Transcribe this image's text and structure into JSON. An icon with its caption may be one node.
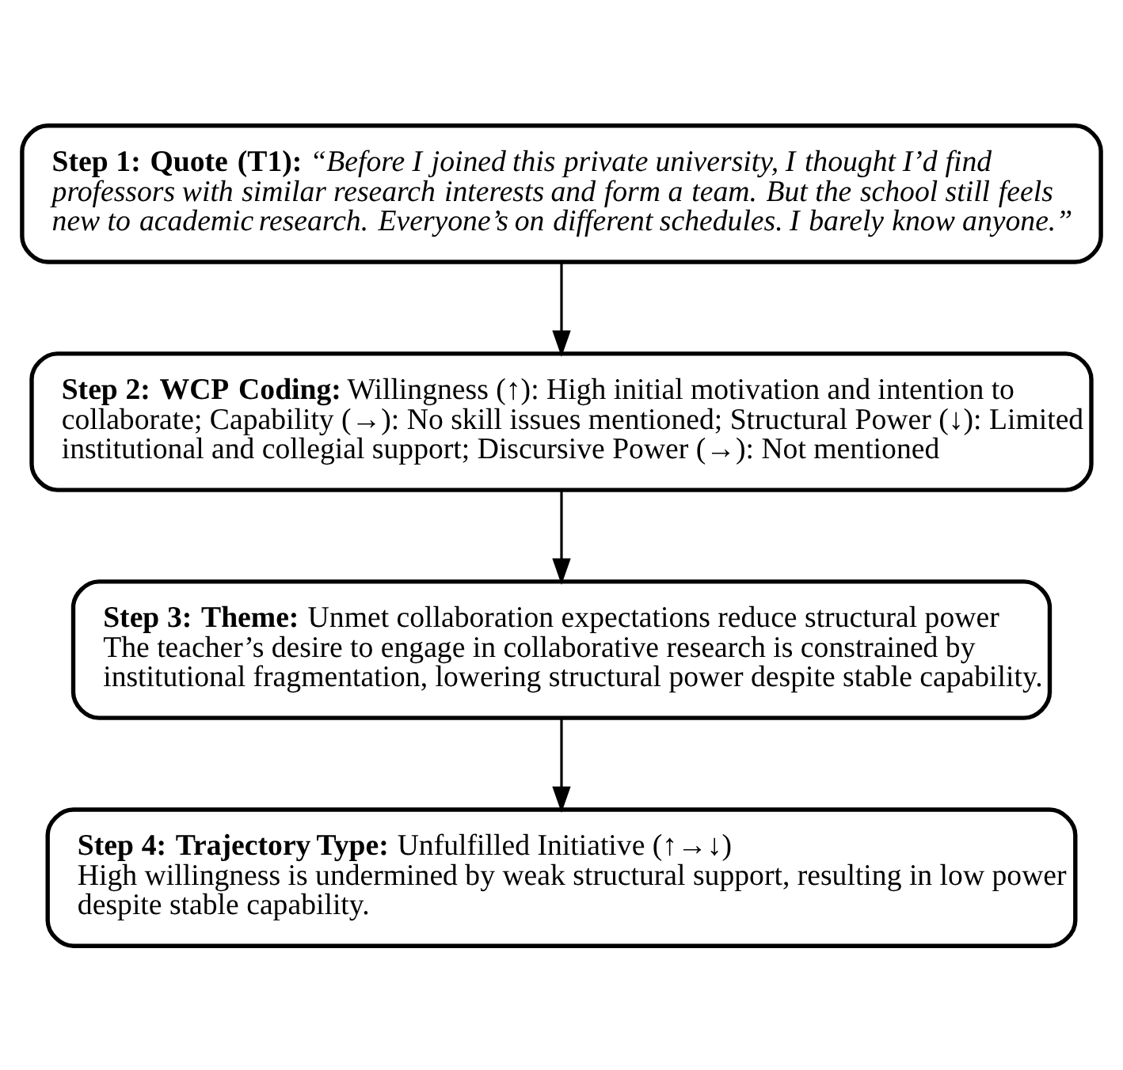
{
  "diagram": {
    "nodes": [
      {
        "text": [
          "**Step 1: Quote (T1):** *“Before I joined this private university, I thought I’d find professors with similar research interests and form a team. But the school still feels new to academic research. Everyone’s on different schedules. I barely know anyone.”*"
        ]
      },
      {
        "text": [
          "**Step 2: WCP Coding:** Willingness (↑): High initial motivation and intention to collaborate; Capability (→): No skill issues mentioned; Structural Power (↓): Limited institutional and collegial support; Discursive Power (→): Not mentioned"
        ]
      },
      {
        "text": [
          "**Step 3: Theme:** Unmet collaboration expectations reduce structural power",
          "The teacher’s desire to engage in collaborative research is constrained by institutional fragmentation, lowering structural power despite stable capability."
        ]
      },
      {
        "text": [
          "**Step 4: Trajectory Type:** Unfulfilled Initiative (↑→↓)",
          "High willingness is undermined by weak structural support, resulting in low power despite stable capability."
        ]
      }
    ],
    "edges": [
      {
        "from": 0,
        "to": 1,
        "arrow": "to"
      },
      {
        "from": 1,
        "to": 2,
        "arrow": "to"
      },
      {
        "from": 2,
        "to": 3,
        "arrow": "to"
      }
    ]
  }
}
